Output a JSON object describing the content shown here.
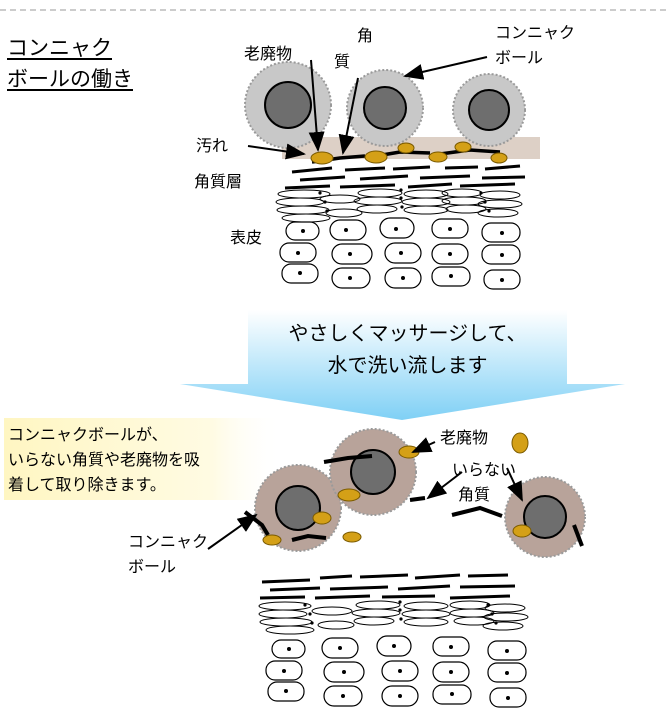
{
  "title_line1": "コンニャク",
  "title_line2": "ボールの働き",
  "top": {
    "label_waste": "老廃物",
    "label_keratin_1": "角",
    "label_keratin_2": "質",
    "label_ball_1": "コンニャク",
    "label_ball_2": "ボール",
    "label_dirt": "汚れ",
    "label_stratum_corneum": "角質層",
    "label_epidermis": "表皮"
  },
  "arrow_text_1": "やさしくマッサージして、",
  "arrow_text_2": "水で洗い流します",
  "bottom": {
    "note_line1": "コンニャクボールが、",
    "note_line2": "いらない角質や老廃物を吸",
    "note_line3": "着して取り除きます。",
    "label_waste": "老廃物",
    "label_unneeded_1": "いらない",
    "label_unneeded_2": "角質",
    "label_ball_1": "コンニャク",
    "label_ball_2": "ボール"
  },
  "colors": {
    "ball_outer": "#c8c8c8",
    "ball_core": "#6e6e6e",
    "ball_used": "#b8a39a",
    "dirt_band": "#ddd0c6",
    "waste": "#d4a017",
    "arrow_top": "#ffffff",
    "arrow_bottom": "#7fd0f5",
    "note_bg": "#fff8c8"
  }
}
